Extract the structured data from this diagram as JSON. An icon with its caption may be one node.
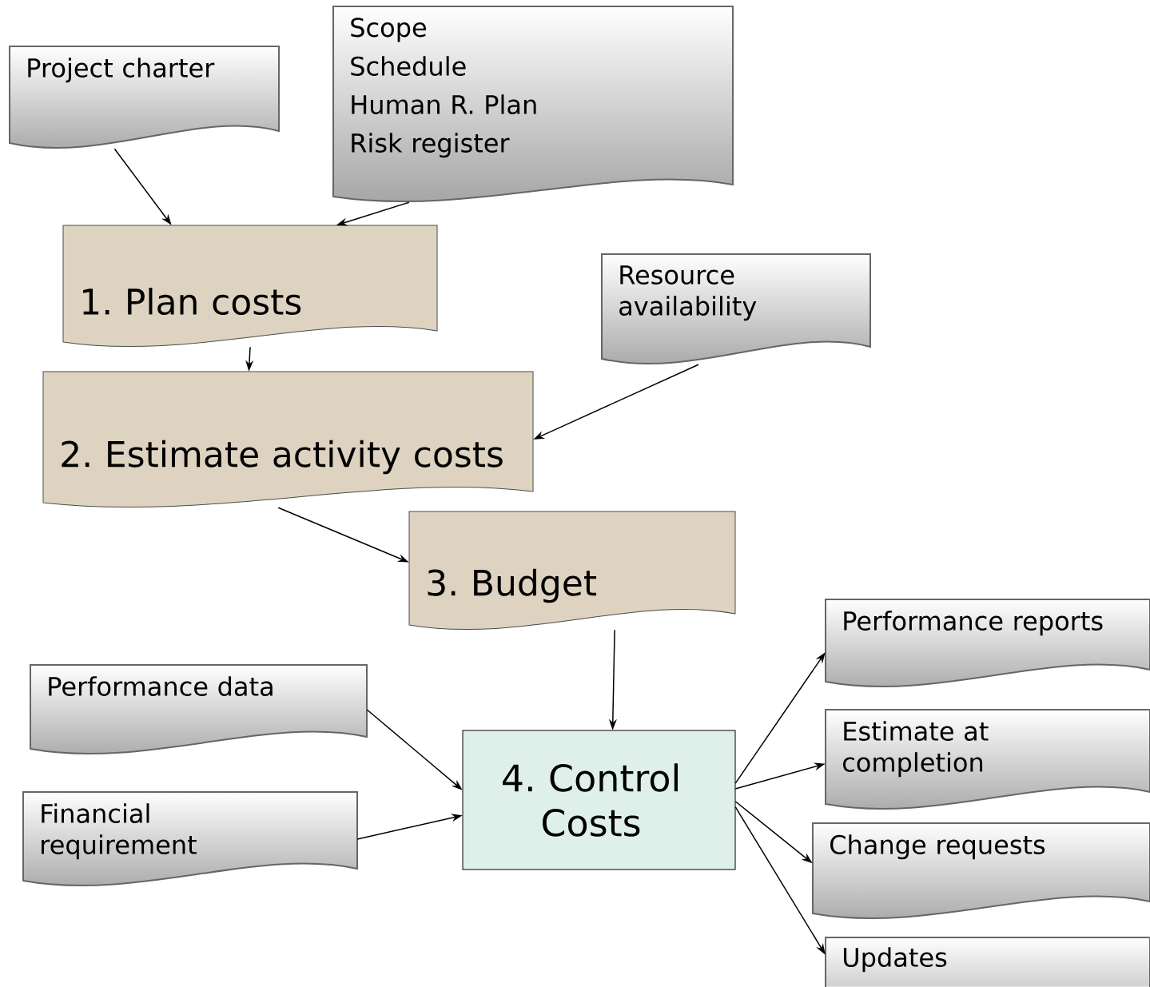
{
  "diagram": {
    "nodes": [
      {
        "text": [
          "Project charter"
        ]
      },
      {
        "text": [
          "Scope",
          "Schedule",
          "Human R. Plan",
          "Risk register"
        ]
      },
      {
        "text": [
          "1. Plan costs"
        ]
      },
      {
        "text": [
          "Resource availability"
        ]
      },
      {
        "text": [
          "2. Estimate activity costs"
        ]
      },
      {
        "text": [
          "3. Budget"
        ]
      },
      {
        "text": [
          "Performance data"
        ]
      },
      {
        "text": [
          "Financial requirement"
        ]
      },
      {
        "text": [
          "4. Control Costs"
        ]
      },
      {
        "text": [
          "Performance reports"
        ]
      },
      {
        "text": [
          "Estimate at completion"
        ]
      },
      {
        "text": [
          "Change requests"
        ]
      },
      {
        "text": [
          "Updates"
        ]
      }
    ],
    "edges": [
      {
        "from": 0,
        "to": 2,
        "arrow": "to"
      },
      {
        "from": 1,
        "to": 2,
        "arrow": "to"
      },
      {
        "from": 2,
        "to": 4,
        "arrow": "to"
      },
      {
        "from": 3,
        "to": 4,
        "arrow": "to"
      },
      {
        "from": 4,
        "to": 5,
        "arrow": "to"
      },
      {
        "from": 5,
        "to": 8,
        "arrow": "to"
      },
      {
        "from": 6,
        "to": 8,
        "arrow": "to"
      },
      {
        "from": 7,
        "to": 8,
        "arrow": "to"
      },
      {
        "from": 8,
        "to": 9,
        "arrow": "to"
      },
      {
        "from": 8,
        "to": 10,
        "arrow": "to"
      },
      {
        "from": 8,
        "to": 11,
        "arrow": "to"
      },
      {
        "from": 8,
        "to": 12,
        "arrow": "to"
      }
    ]
  }
}
